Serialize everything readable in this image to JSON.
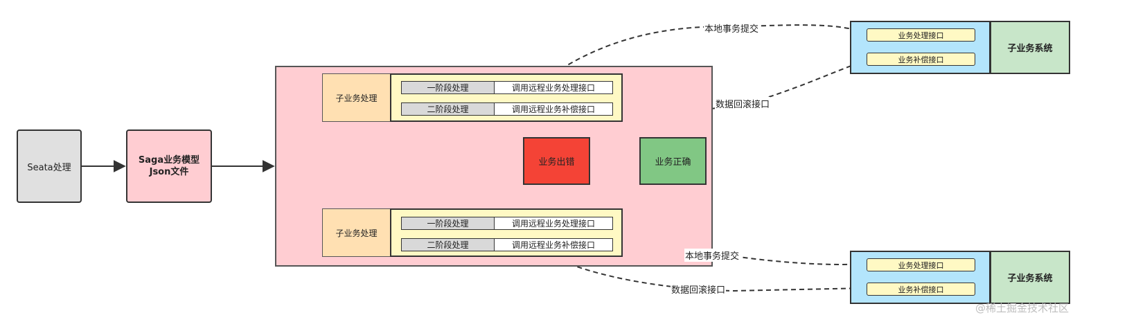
{
  "seata_label": "Seata处理",
  "saga": {
    "line1": "Saga业务模型",
    "line2": "Json文件"
  },
  "subtask_top": {
    "label": "子业务处理",
    "phase1": "一阶段处理",
    "phase1_call": "调用远程业务处理接口",
    "phase2": "二阶段处理",
    "phase2_call": "调用远程业务补偿接口"
  },
  "subtask_bottom": {
    "label": "子业务处理",
    "phase1": "一阶段处理",
    "phase1_call": "调用远程业务处理接口",
    "phase2": "二阶段处理",
    "phase2_call": "调用远程业务补偿接口"
  },
  "business_error": "业务出错",
  "business_ok": "业务正确",
  "system_top": {
    "name": "子业务系统",
    "process_iface": "业务处理接口",
    "compensate_iface": "业务补偿接口"
  },
  "system_bottom": {
    "name": "子业务系统",
    "process_iface": "业务处理接口",
    "compensate_iface": "业务补偿接口"
  },
  "edge_labels": {
    "commit_top": "本地事务提交",
    "rollback_top": "数据回滚接口",
    "commit_bottom": "本地事务提交",
    "rollback_bottom": "数据回滚接口"
  },
  "watermark": "@稀土掘金技术社区"
}
